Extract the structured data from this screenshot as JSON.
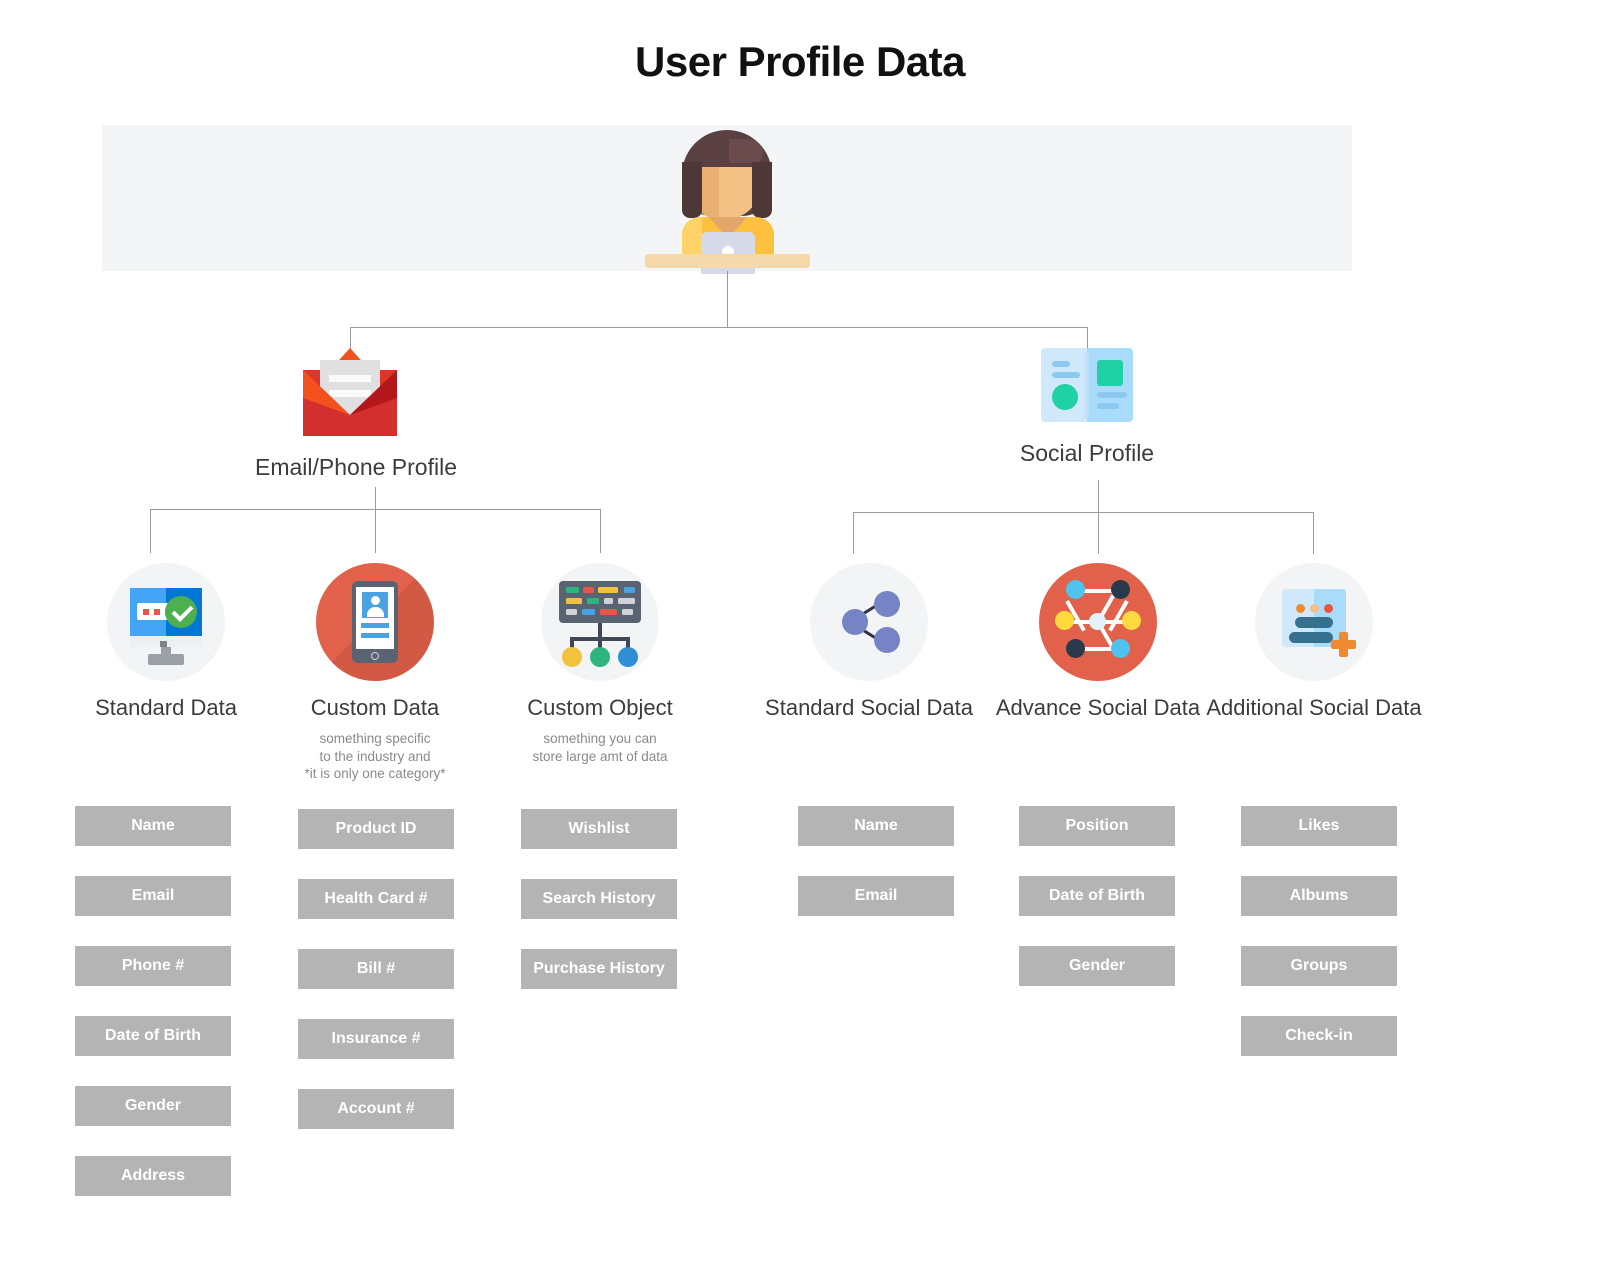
{
  "page": {
    "title": "User Profile Data"
  },
  "hero": {
    "illustration": "woman-with-laptop-illustration"
  },
  "branches": [
    {
      "id": "email-phone-profile",
      "label": "Email/Phone Profile",
      "icon": "open-envelope-icon"
    },
    {
      "id": "social-profile",
      "label": "Social Profile",
      "icon": "contact-book-icon"
    }
  ],
  "nodes": [
    {
      "id": "standard-data",
      "title": "Standard Data",
      "desc": "",
      "icon": "monitor-password-check-icon",
      "circle_color": "#f2f4f6",
      "tags": [
        "Name",
        "Email",
        "Phone #",
        "Date of Birth",
        "Gender",
        "Address"
      ]
    },
    {
      "id": "custom-data",
      "title": "Custom Data",
      "desc": "something specific\nto the industry and\n*it is only one category*",
      "desc_lines": [
        "something specific",
        "to the industry and",
        "*it is only one category*"
      ],
      "icon": "smartphone-profile-icon",
      "circle_color": "#e2614a",
      "tags": [
        "Product ID",
        "Health Card #",
        "Bill #",
        "Insurance #",
        "Account #"
      ]
    },
    {
      "id": "custom-object",
      "title": "Custom Object",
      "desc": "something you can\nstore large amt of data",
      "desc_lines": [
        "something you can",
        "store large amt of data"
      ],
      "icon": "server-hierarchy-icon",
      "circle_color": "#f2f4f6",
      "tags": [
        "Wishlist",
        "Search History",
        "Purchase History"
      ]
    },
    {
      "id": "standard-social-data",
      "title": "Standard Social Data",
      "desc": "",
      "icon": "share-network-icon",
      "circle_color": "#f2f4f6",
      "tags": [
        "Name",
        "Email"
      ]
    },
    {
      "id": "advance-social-data",
      "title": "Advance Social Data",
      "desc": "",
      "icon": "hexagon-network-icon",
      "circle_color": "#e2614a",
      "tags": [
        "Position",
        "Date of Birth",
        "Gender"
      ]
    },
    {
      "id": "additional-social-data",
      "title": "Additional Social Data",
      "desc": "",
      "icon": "card-plus-icon",
      "circle_color": "#f2f4f6",
      "tags": [
        "Likes",
        "Albums",
        "Groups",
        "Check-in"
      ]
    }
  ],
  "colors": {
    "band_background": "#f4f5f7",
    "connector": "#9a9a9a",
    "tag_background": "#b4b4b4",
    "tag_text": "#ffffff",
    "accent_red": "#e2614a",
    "accent_teal": "#1fd1a5",
    "accent_blue": "#42a5f5",
    "title_text": "#111111",
    "label_text": "#3c3c3c",
    "desc_text": "#8a8a8a"
  }
}
